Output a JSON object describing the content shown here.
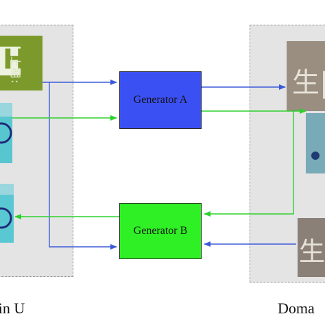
{
  "domain_u": {
    "label": "ain U"
  },
  "domain_v": {
    "label": "Doma"
  },
  "generator_a": {
    "label": "Generator A",
    "fill": "#3b50f2"
  },
  "generator_b": {
    "label": "Generator B",
    "fill": "#2ef024"
  },
  "thumbnails": {
    "u_top_text": "H",
    "u_top_text2": "上期: 20",
    "v_top_text": "生|",
    "v_bottom_text": "生|"
  },
  "colors": {
    "arrow_blue": "#3b5ad8",
    "arrow_green": "#2bd12b",
    "domain_bg": "#e4e4e4"
  }
}
